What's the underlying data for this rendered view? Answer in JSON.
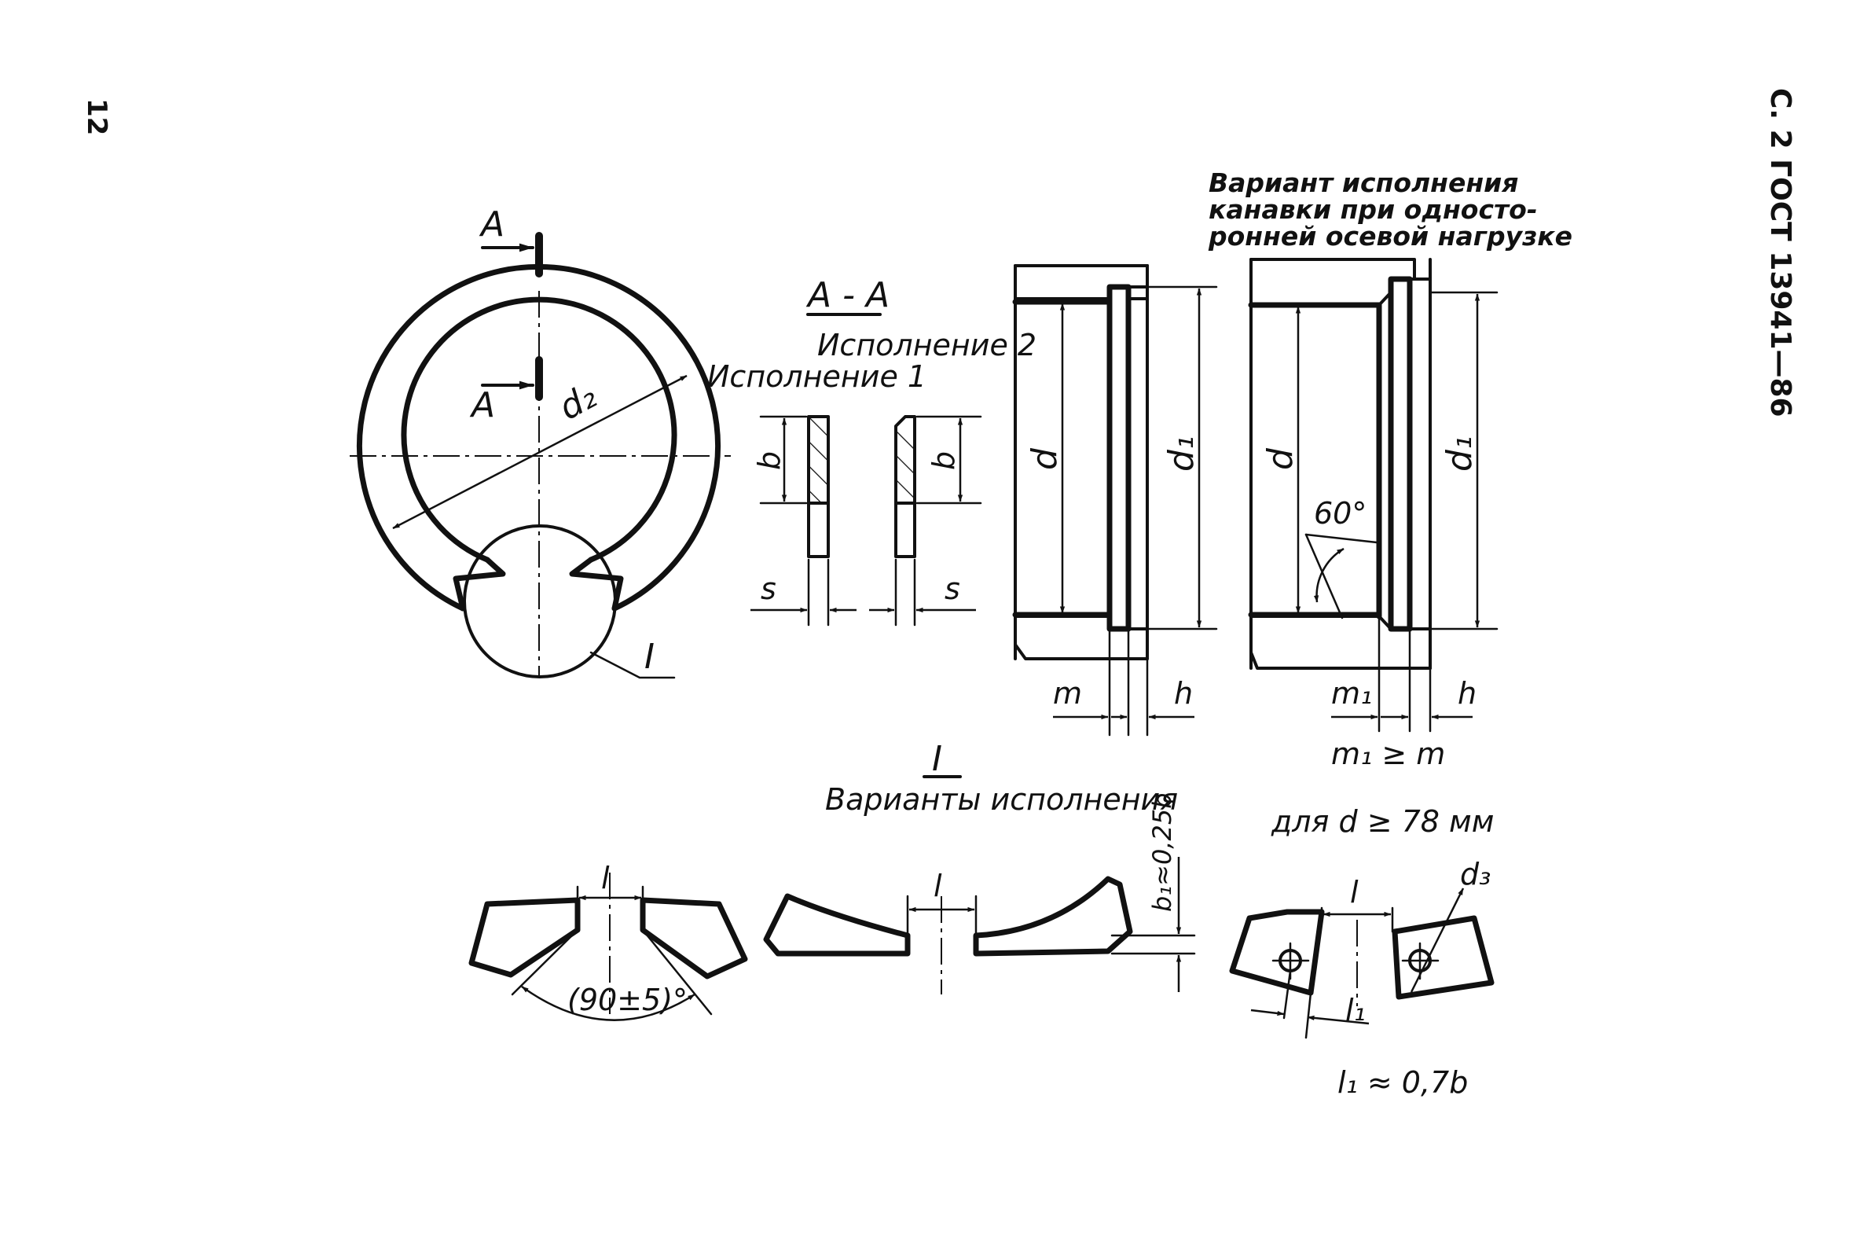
{
  "page": {
    "page_number": "12",
    "header": "С. 2 ГОСТ 13941—86"
  },
  "ring_view": {
    "section_letter_top": "А",
    "section_letter_inner": "А",
    "diameter_label": "d₂",
    "detail_label": "I"
  },
  "section": {
    "title": "А - А",
    "version_2": "Исполнение 2",
    "version_1": "Исполнение 1",
    "width_label": "b",
    "thickness_label": "s"
  },
  "grooves": {
    "variant_note": "Вариант исполнения канавки при односто-ронней осевой нагрузке",
    "variant_note_lines": [
      "Вариант исполнения",
      "канавки при односто-",
      "ронней осевой нагрузке"
    ],
    "bore_label": "d",
    "groove_diameter_label": "d₁",
    "groove_width_label": "m",
    "depth_label": "h",
    "groove_width_1_label": "m₁",
    "angle_label": "60°",
    "relation": "m₁ ≥ m"
  },
  "detail": {
    "label": "I",
    "caption": "Варианты исполнения",
    "gap_label": "l",
    "angle_label": "(90±5)°",
    "lug_width": "b₁≈0,25b",
    "large_condition": "для  d ≥ 78 мм",
    "hole_label": "d₃",
    "hole_offset_label": "l₁",
    "hole_relation": "l₁ ≈ 0,7b"
  }
}
